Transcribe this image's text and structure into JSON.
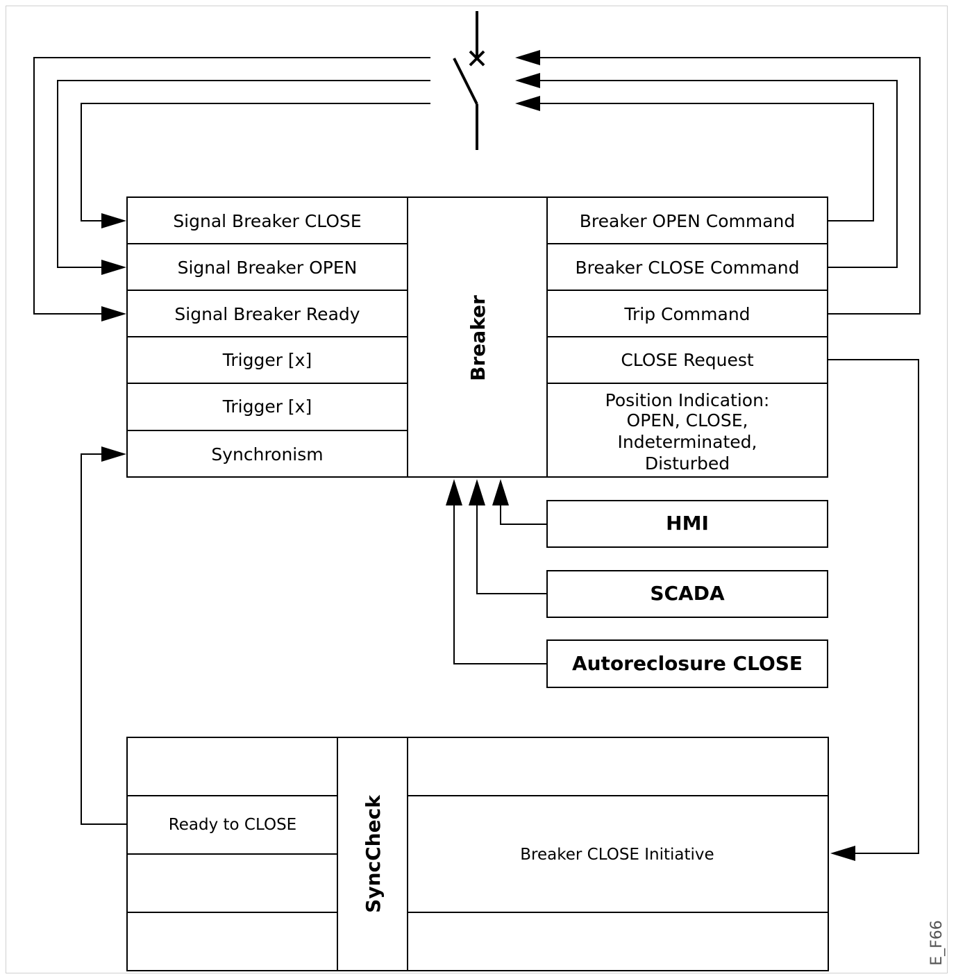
{
  "breaker": {
    "title": "Breaker",
    "inputs": [
      "Signal Breaker CLOSE",
      "Signal Breaker OPEN",
      "Signal Breaker Ready",
      "Trigger [x]",
      "Trigger [x]",
      "Synchronism"
    ],
    "outputs": [
      "Breaker OPEN Command",
      "Breaker CLOSE Command",
      "Trip Command",
      "CLOSE Request"
    ],
    "position_indication": [
      "Position Indication:",
      "OPEN, CLOSE,",
      "Indeterminated,",
      "Disturbed"
    ]
  },
  "sources": {
    "hmi": "HMI",
    "scada": "SCADA",
    "autoreclosure": "Autoreclosure CLOSE"
  },
  "synccheck": {
    "title": "SyncCheck",
    "ready_to_close": "Ready to CLOSE",
    "breaker_close_initiative": "Breaker CLOSE Initiative"
  },
  "figure_id": "E_F66"
}
